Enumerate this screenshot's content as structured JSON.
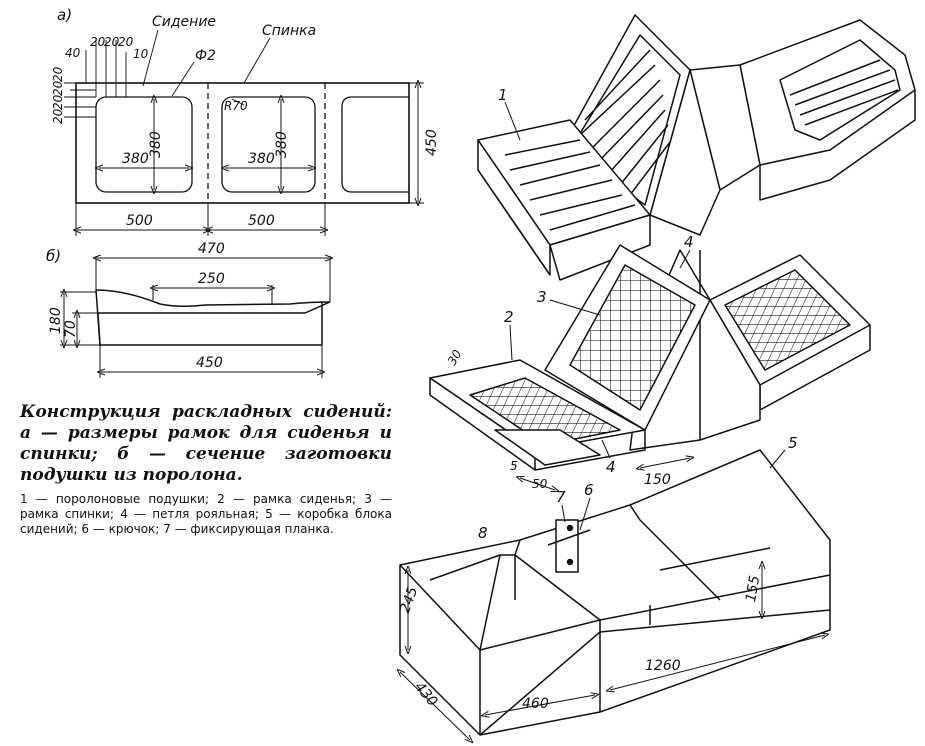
{
  "panel_a": {
    "tag": "а)",
    "labels": {
      "seat": "Сидение",
      "back": "Спинка"
    },
    "dims": [
      "40",
      "20",
      "20",
      "20",
      "10",
      "Ф2",
      "20",
      "20",
      "20",
      "20",
      "380",
      "380",
      "R70",
      "380",
      "380",
      "450",
      "500",
      "500"
    ]
  },
  "panel_b": {
    "tag": "б)",
    "dims": [
      "470",
      "250",
      "180",
      "70",
      "450"
    ]
  },
  "caption": {
    "title": "Конструкция раскладных сидений: а — размеры рамок для сиденья и спинки; б — сечение заготовки подушки из поролона.",
    "legend": "1 — поролоновые подушки; 2 — рамка сиденья; 3 — рамка спинки; 4 — петля рояльная; 5 — коробка блока сидений; 6 — крючок; 7 — фиксирующая планка."
  },
  "drawing_top": {
    "callouts": [
      "1"
    ]
  },
  "drawing_middle": {
    "callouts": [
      "4",
      "3",
      "2",
      "30",
      "4",
      "5",
      "50",
      "150"
    ]
  },
  "drawing_bottom": {
    "callouts": [
      "5",
      "7",
      "6",
      "8",
      "245",
      "155",
      "430",
      "460",
      "1260"
    ]
  },
  "colors": {
    "ink": "#111111",
    "paper": "#ffffff"
  }
}
